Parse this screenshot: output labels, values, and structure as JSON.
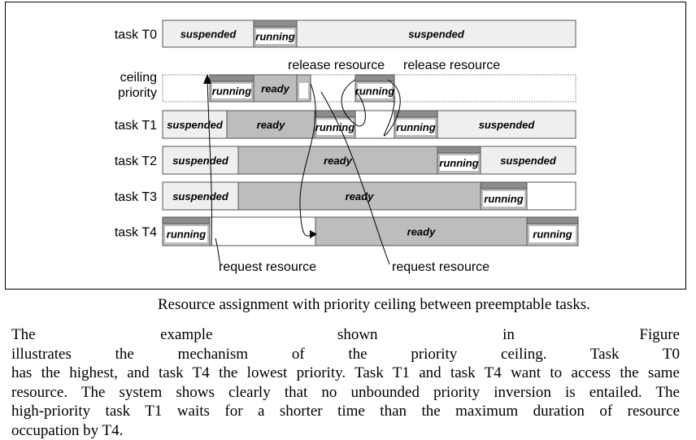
{
  "figure": {
    "rows": [
      {
        "label": "task T0",
        "segments": [
          {
            "state": "suspended",
            "text": "suspended"
          },
          {
            "state": "running",
            "text": "running"
          },
          {
            "state": "suspended",
            "text": "suspended"
          }
        ]
      },
      {
        "label": "ceiling\npriority",
        "segments": [
          {
            "state": "running",
            "text": "running"
          },
          {
            "state": "ready",
            "text": "ready"
          },
          {
            "state": "running",
            "text": "running"
          }
        ]
      },
      {
        "label": "task T1",
        "segments": [
          {
            "state": "suspended",
            "text": "suspended"
          },
          {
            "state": "ready",
            "text": "ready"
          },
          {
            "state": "running",
            "text": "running"
          },
          {
            "state": "running",
            "text": "running"
          },
          {
            "state": "suspended",
            "text": "suspended"
          }
        ]
      },
      {
        "label": "task T2",
        "segments": [
          {
            "state": "suspended",
            "text": "suspended"
          },
          {
            "state": "ready",
            "text": "ready"
          },
          {
            "state": "running",
            "text": "running"
          },
          {
            "state": "suspended",
            "text": "suspended"
          }
        ]
      },
      {
        "label": "task T3",
        "segments": [
          {
            "state": "suspended",
            "text": "suspended"
          },
          {
            "state": "ready",
            "text": "ready"
          },
          {
            "state": "running",
            "text": "running"
          }
        ]
      },
      {
        "label": "task T4",
        "segments": [
          {
            "state": "running",
            "text": "running"
          },
          {
            "state": "ready",
            "text": "ready"
          },
          {
            "state": "running",
            "text": "running"
          }
        ]
      }
    ],
    "annotations": {
      "release_resource_1": "release resource",
      "release_resource_2": "release resource",
      "request_resource_1": "request resource",
      "request_resource_2": "request resource"
    },
    "colors": {
      "suspended": "#efefef",
      "ready": "#bdbdbd",
      "running_bar": "#8c8c8c",
      "border": "#555555"
    }
  },
  "caption": "Resource assignment with priority ceiling between preemptable tasks.",
  "paragraph": {
    "line1a": "The example shown in Figure",
    "line1b": "illustrates the mechanism of the priority ceiling. Task T0",
    "line2": "has the highest, and task T4 the lowest priority. Task T1 and task T4 want to access the same",
    "line3": "resource. The system shows clearly that no unbounded priority inversion is entailed. The",
    "line4": "high-priority task T1 waits for a shorter time than the maximum duration of resource",
    "line5": "occupation by T4."
  }
}
